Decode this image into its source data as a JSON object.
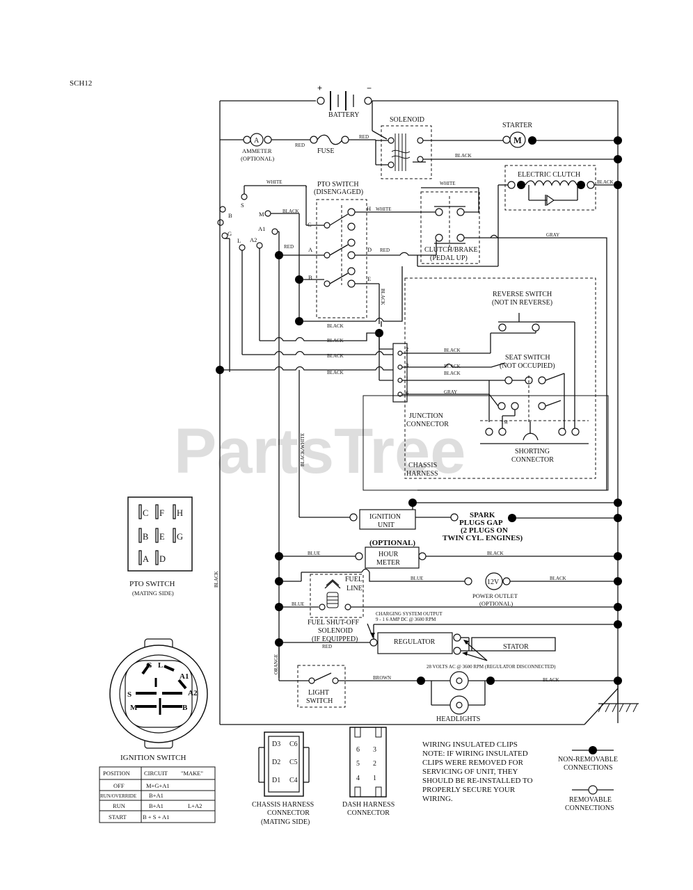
{
  "code": "SCH12",
  "watermark": "PartsTree",
  "watermark_tm": "™",
  "polarity": {
    "plus": "+",
    "minus": "−"
  },
  "components": {
    "battery": "BATTERY",
    "solenoid": "SOLENOID",
    "starter": "STARTER",
    "starter_symbol": "M",
    "ammeter": "AMMETER",
    "ammeter_note": "(OPTIONAL)",
    "ammeter_symbol": "A",
    "fuse": "FUSE",
    "electric_clutch": "ELECTRIC CLUTCH",
    "pto_switch": "PTO SWITCH",
    "pto_switch_state": "(DISENGAGED)",
    "clutch_brake": "CLUTCH/BRAKE",
    "clutch_brake_state": "(PEDAL UP)",
    "reverse_switch": "REVERSE SWITCH",
    "reverse_switch_state": "(NOT IN REVERSE)",
    "seat_switch": "SEAT SWITCH",
    "seat_switch_state": "(NOT OCCUPIED)",
    "junction_connector_1": "JUNCTION",
    "junction_connector_2": "CONNECTOR",
    "shorting_connector_1": "SHORTING",
    "shorting_connector_2": "CONNECTOR",
    "chassis_harness_1": "CHASSIS",
    "chassis_harness_2": "HARNESS",
    "ignition_unit_1": "IGNITION",
    "ignition_unit_2": "UNIT",
    "spark_1": "SPARK",
    "spark_2": "PLUGS GAP",
    "spark_3": "(2 PLUGS ON",
    "spark_4": "TWIN CYL. ENGINES)",
    "hour_meter_optional": "(OPTIONAL)",
    "hour_meter_1": "HOUR",
    "hour_meter_2": "METER",
    "power_outlet_symbol": "12V",
    "power_outlet": "POWER OUTLET",
    "power_outlet_note": "(OPTIONAL)",
    "fuel_line_1": "FUEL",
    "fuel_line_2": "LINE",
    "fuel_solenoid_1": "FUEL SHUT-OFF",
    "fuel_solenoid_2": "SOLENOID",
    "fuel_solenoid_3": "(IF EQUIPPED)",
    "charging_1": "CHARGING SYSTEM OUTPUT",
    "charging_2": "9 - 1 6 AMP DC @ 3600 RPM",
    "regulator": "REGULATOR",
    "stator": "STATOR",
    "stator_note": "28 VOLTS AC @ 3600 RPM (REGULATOR DISCONNECTED)",
    "light_switch_1": "LIGHT",
    "light_switch_2": "SWITCH",
    "headlights": "HEADLIGHTS"
  },
  "wire_colors": {
    "red": "RED",
    "white": "WHITE",
    "black": "BLACK",
    "gray": "GRAY",
    "blue": "BLUE",
    "orange": "ORANGE",
    "brown": "BROWN",
    "black_white": "BLACK/WHITE"
  },
  "terminals": {
    "ign": [
      "S",
      "M",
      "B",
      "A1",
      "G",
      "L",
      "A2"
    ],
    "pto": [
      "C",
      "H",
      "A",
      "D",
      "B",
      "E"
    ],
    "junction": [
      "2",
      "3",
      "1",
      "6"
    ]
  },
  "pto_mating": {
    "title": "PTO SWITCH",
    "subtitle": "(MATING SIDE)",
    "rows": [
      [
        "C",
        "F",
        "H"
      ],
      [
        "B",
        "E",
        "G"
      ],
      [
        "A",
        "D"
      ]
    ]
  },
  "ignition_switch": {
    "title": "IGNITION SWITCH",
    "face_labels": [
      "G",
      "L",
      "A1",
      "S",
      "A2",
      "M",
      "B"
    ],
    "headers": [
      "POSITION",
      "CIRCUIT",
      "\"MAKE\""
    ],
    "rows": [
      {
        "position": "OFF",
        "circuit": "M+G+A1",
        "extra": ""
      },
      {
        "position": "RUN/OVERRIDE",
        "circuit": "B+A1",
        "extra": ""
      },
      {
        "position": "RUN",
        "circuit": "B+A1",
        "extra": "L+A2"
      },
      {
        "position": "START",
        "circuit": "B + S + A1",
        "extra": ""
      }
    ]
  },
  "chassis_connector": {
    "label_1": "CHASSIS HARNESS",
    "label_2": "CONNECTOR",
    "label_3": "(MATING SIDE)",
    "pins": [
      "D3",
      "C6",
      "D2",
      "C5",
      "D1",
      "C4"
    ]
  },
  "dash_connector": {
    "label_1": "DASH HARNESS",
    "label_2": "CONNECTOR",
    "pins": [
      "6",
      "3",
      "5",
      "2",
      "4",
      "1"
    ]
  },
  "note": {
    "lines": [
      "WIRING INSULATED CLIPS",
      "NOTE:  IF WIRING INSULATED",
      "CLIPS WERE REMOVED FOR",
      "SERVICING OF UNIT, THEY",
      "SHOULD BE RE-INSTALLED TO",
      "PROPERLY SECURE YOUR",
      "WIRING."
    ]
  },
  "legend": {
    "non_removable_1": "NON-REMOVABLE",
    "non_removable_2": "CONNECTIONS",
    "removable_1": "REMOVABLE",
    "removable_2": "CONNECTIONS"
  }
}
